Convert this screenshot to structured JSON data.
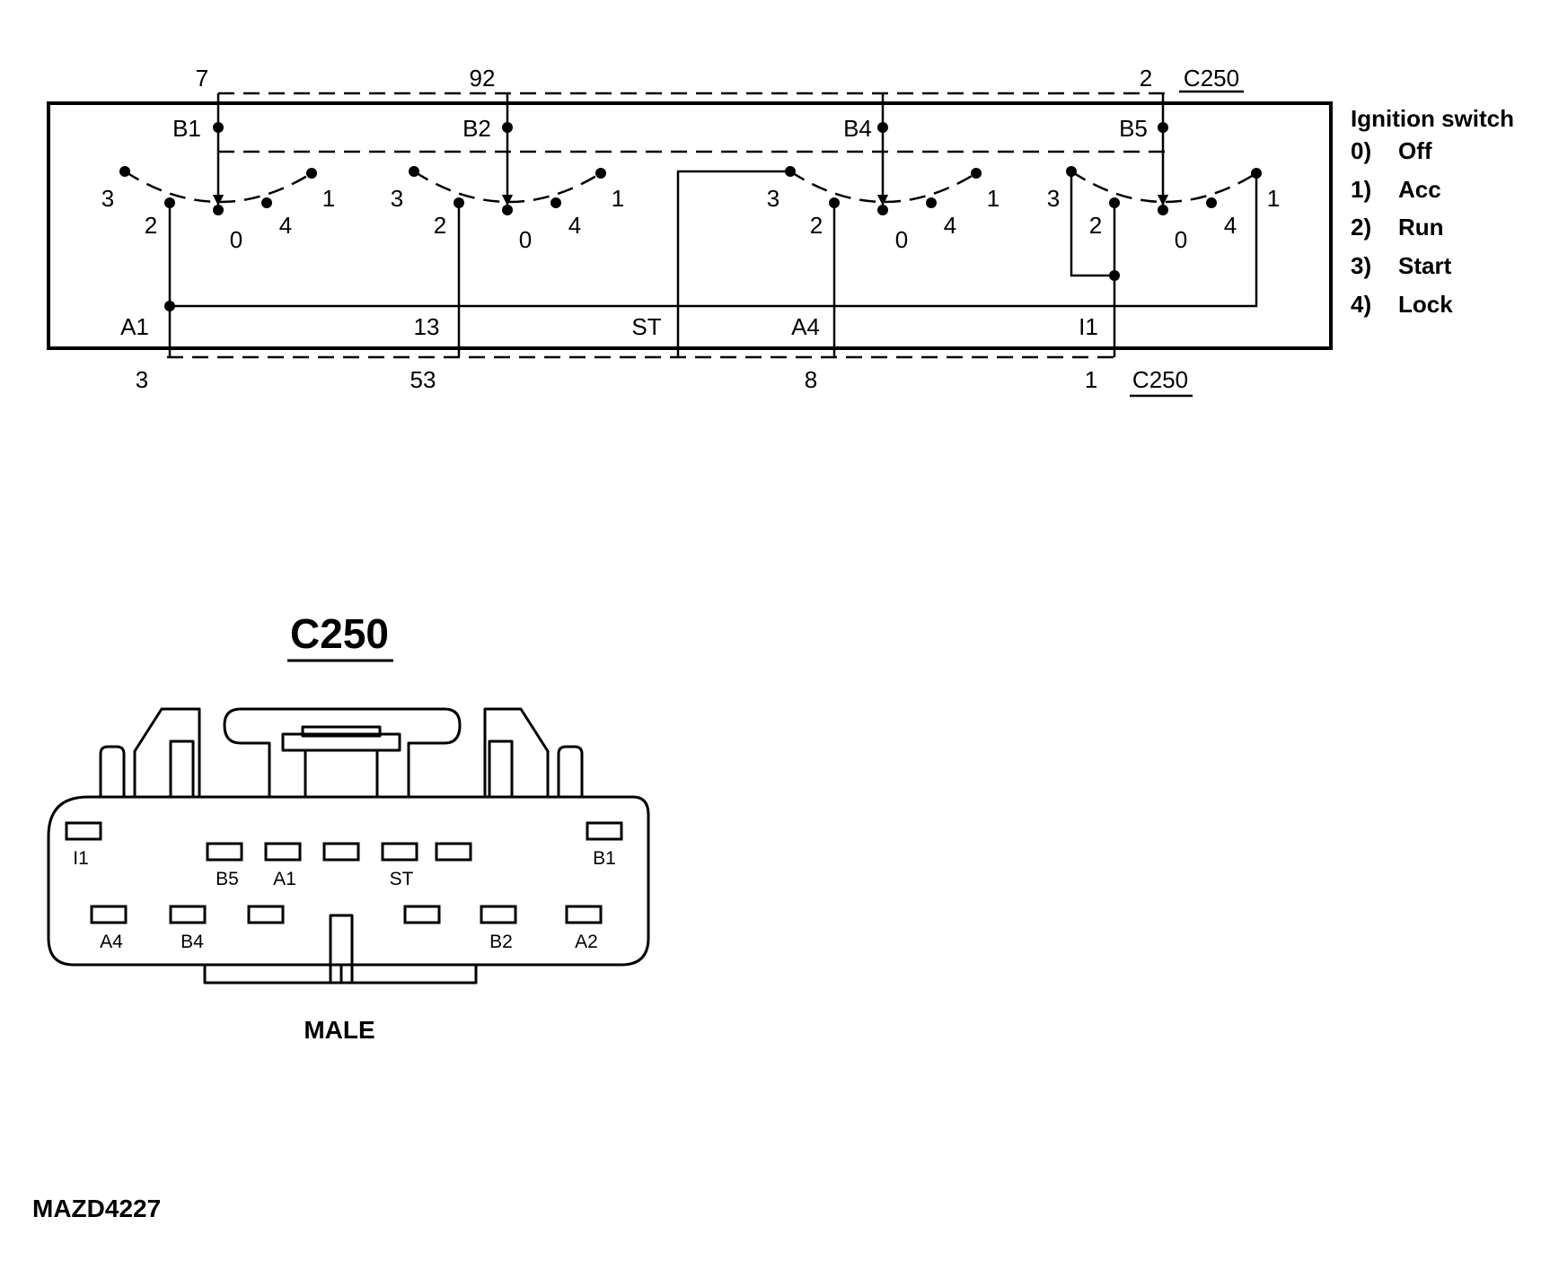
{
  "schematic": {
    "top_pins": [
      "7",
      "92",
      "2"
    ],
    "top_connector": "C250",
    "bottom_pins": [
      "3",
      "53",
      "8",
      "1"
    ],
    "bottom_connector": "C250",
    "inputs": [
      "B1",
      "B2",
      "B4",
      "B5"
    ],
    "outputs": [
      "A1",
      "13",
      "ST",
      "A4",
      "I1"
    ],
    "contact_numbers": [
      "3",
      "2",
      "0",
      "4",
      "1"
    ]
  },
  "legend": {
    "title": "Ignition switch",
    "positions": [
      {
        "num": "0)",
        "name": "Off"
      },
      {
        "num": "1)",
        "name": "Acc"
      },
      {
        "num": "2)",
        "name": "Run"
      },
      {
        "num": "3)",
        "name": "Start"
      },
      {
        "num": "4)",
        "name": "Lock"
      }
    ]
  },
  "connector_view": {
    "title": "C250",
    "pins": [
      "I1",
      "B1",
      "B5",
      "A1",
      "ST",
      "A4",
      "B4",
      "B2",
      "A2"
    ],
    "gender": "MALE"
  },
  "figure_id": "MAZD4227"
}
